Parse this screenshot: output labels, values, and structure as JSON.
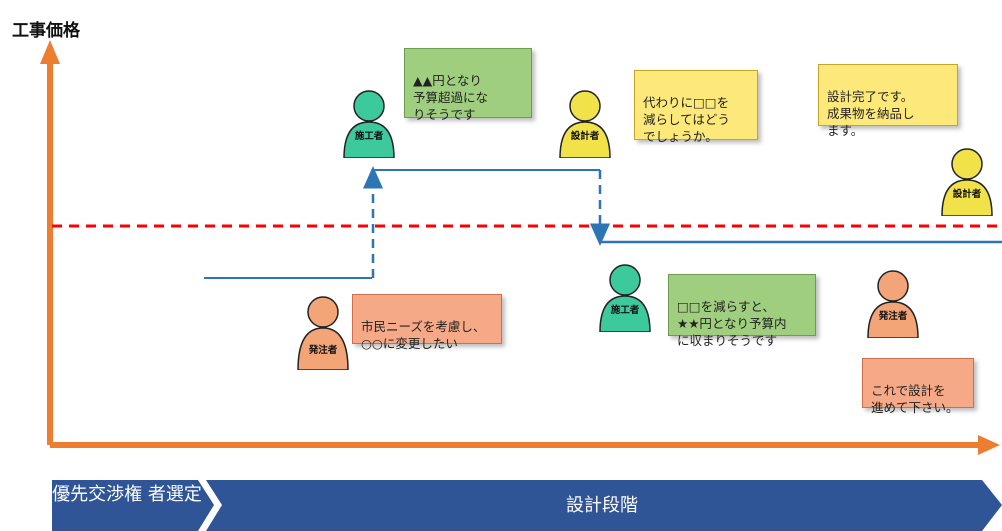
{
  "y_axis_label": "工事価格",
  "bubbles": {
    "contractor_top": "▲▲円となり\n予算超過にな\nりそうです",
    "designer_top": "代わりに□□を\n減らしてはどう\nでしょうか。",
    "designer_right": "設計完了です。\n成果物を納品し\nます。",
    "client_left": "市民ニーズを考慮し、\n○○に変更したい",
    "contractor_mid": "□□を減らすと、\n★★円となり予算内\nに収まりそうです",
    "client_right": "これで設計を\n進めて下さい。"
  },
  "people": {
    "contractor": "施工者",
    "designer": "設計者",
    "client": "発注者"
  },
  "timeline": {
    "phase1": "優先交渉権\n者選定",
    "phase2": "設計段階"
  },
  "colors": {
    "axis": "#ed7d31",
    "price_line": "#2e75b6",
    "budget_line": "#ff0000",
    "timeline": "#2f5597",
    "person_green": "#3cc99c",
    "person_yellow": "#f2e24a",
    "person_orange": "#f3a577"
  }
}
